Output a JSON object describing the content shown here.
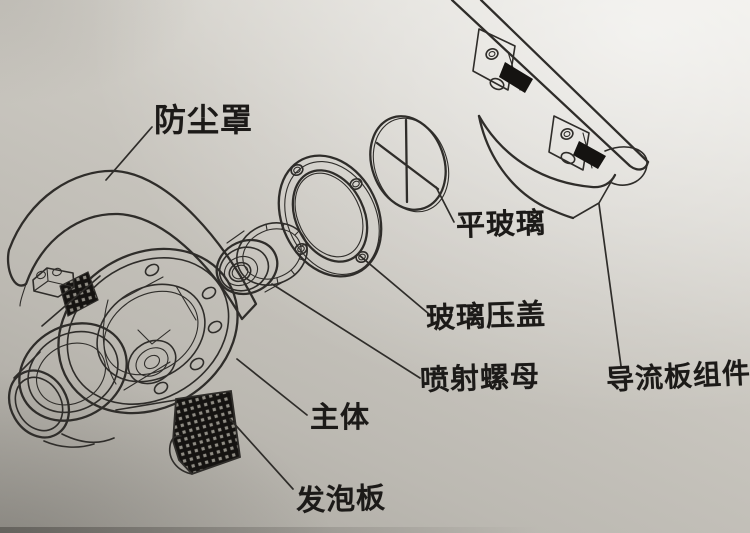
{
  "diagram": {
    "type": "exploded-view-technical-drawing",
    "labels": {
      "dust_cover": "防尘罩",
      "flat_glass": "平玻璃",
      "glass_gland": "玻璃压盖",
      "jet_nut": "喷射螺母",
      "main_body": "主体",
      "foam_board": "发泡板",
      "deflector_assembly": "导流板组件"
    },
    "colors": {
      "paper_light": "#e9e7e1",
      "paper_mid": "#cbc8c1",
      "paper_dark": "#a7a49d",
      "line": "#2f2d2a",
      "text": "#1c1a18",
      "black_fill": "#151311",
      "mesh_light": "#8f8c84"
    }
  }
}
